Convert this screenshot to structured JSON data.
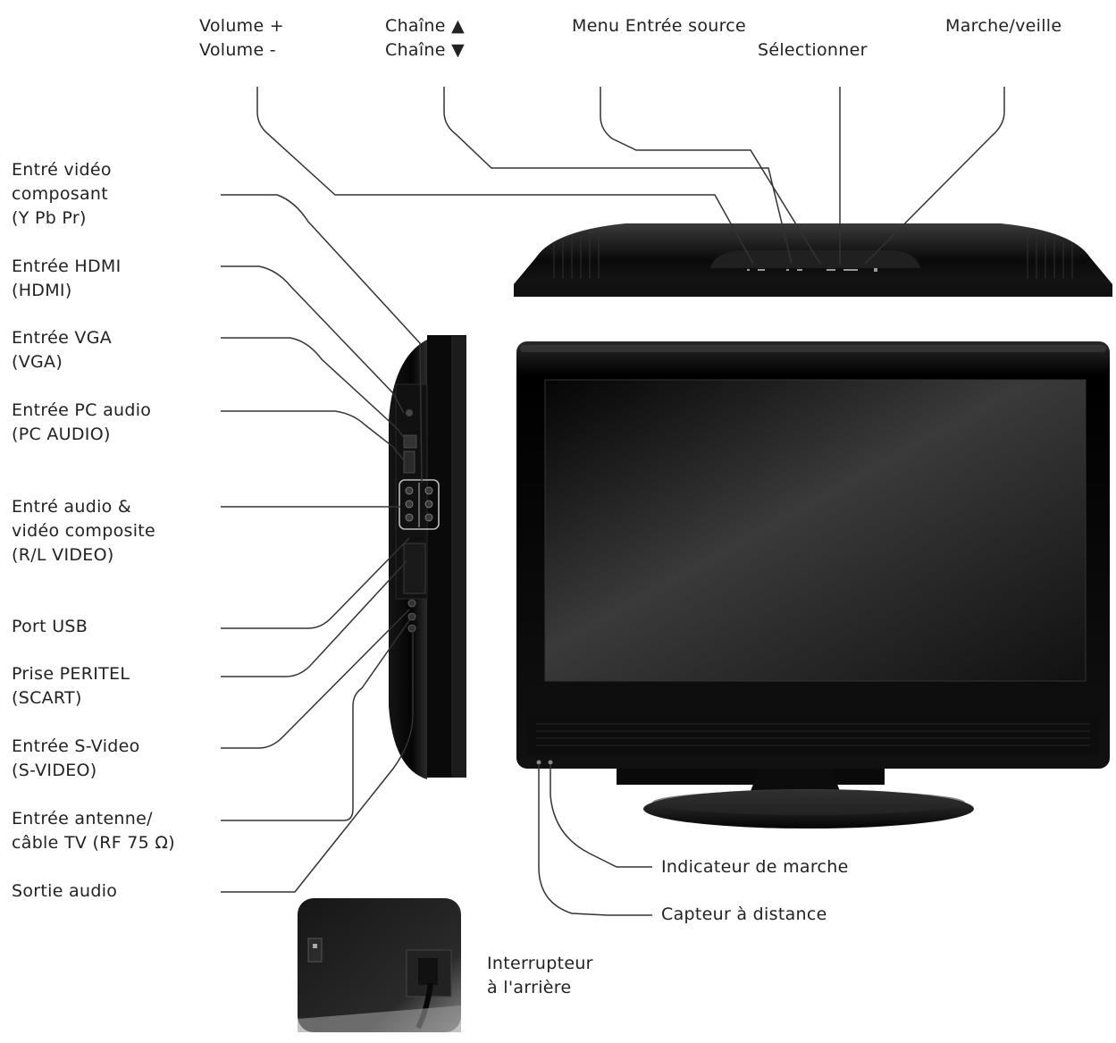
{
  "top_labels": {
    "volume_up": "Volume +",
    "volume_down": "Volume -",
    "channel_up": "Chaîne ▲",
    "channel_down": "Chaîne ▼",
    "menu_source": "Menu Entrée source",
    "select": "Sélectionner",
    "power": "Marche/veille"
  },
  "side_labels": {
    "component": "Entré vidéo\ncomposant\n(Y Pb Pr)",
    "hdmi": "Entrée HDMI\n(HDMI)",
    "vga": "Entrée VGA\n(VGA)",
    "pc_audio": "Entrée PC audio\n(PC AUDIO)",
    "composite": "Entré audio &\nvidéo composite\n(R/L VIDEO)",
    "usb": "Port USB",
    "scart": "Prise PERITEL\n(SCART)",
    "svideo": "Entrée S-Video\n(S-VIDEO)",
    "antenna": "Entrée antenne/\ncâble TV (RF 75 Ω)",
    "audio_out": "Sortie audio"
  },
  "bottom_labels": {
    "power_indicator": "Indicateur de marche",
    "remote_sensor": "Capteur à distance",
    "rear_switch": "Interrupteur\nà l'arrière"
  },
  "colors": {
    "leader_line": "#333333",
    "tv_body": "#0d0d0d",
    "screen": "#1e1e1e"
  }
}
